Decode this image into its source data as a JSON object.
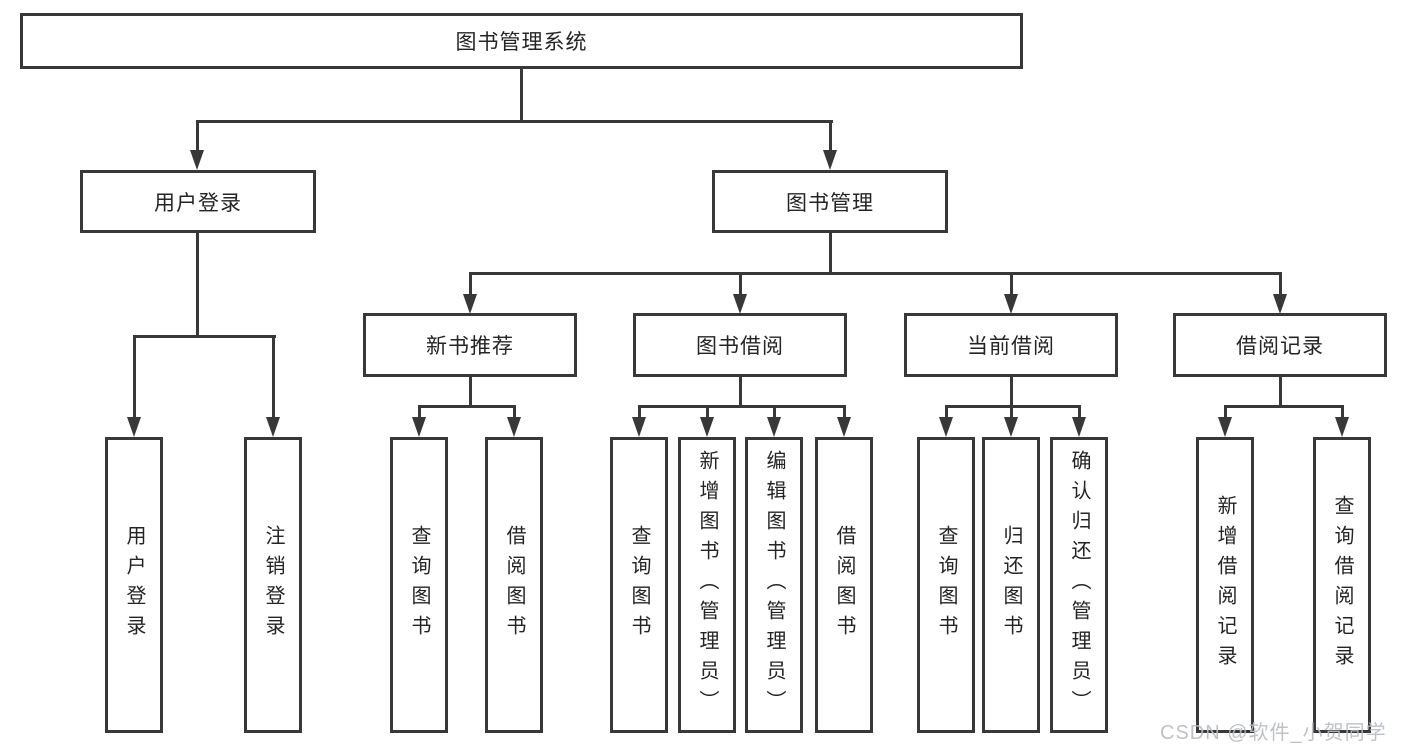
{
  "tree": {
    "root": "图书管理系统",
    "branches": [
      {
        "label": "用户登录",
        "children": [
          "用户登录",
          "注销登录"
        ]
      },
      {
        "label": "图书管理",
        "groups": [
          {
            "label": "新书推荐",
            "children": [
              "查询图书",
              "借阅图书"
            ]
          },
          {
            "label": "图书借阅",
            "children": [
              "查询图书",
              "新增图书（管理员）",
              "编辑图书（管理员）",
              "借阅图书"
            ]
          },
          {
            "label": "当前借阅",
            "children": [
              "查询图书",
              "归还图书",
              "确认归还（管理员）"
            ]
          },
          {
            "label": "借阅记录",
            "children": [
              "新增借阅记录",
              "查询借阅记录"
            ]
          }
        ]
      }
    ]
  },
  "watermark": "CSDN @软件_小贺同学",
  "colors": {
    "line": "#383838",
    "box_border": "#383838",
    "text": "#242424",
    "background": "#ffffff",
    "watermark": "#b9bdc2"
  }
}
